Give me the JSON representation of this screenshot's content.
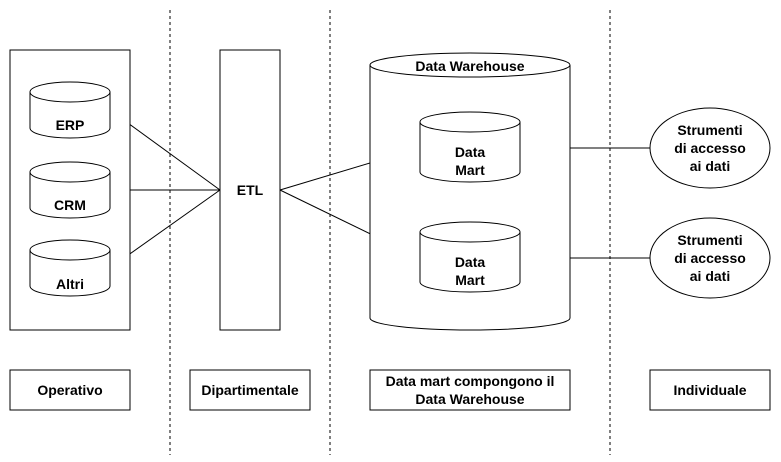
{
  "diagram": {
    "operativo": {
      "sources": [
        "ERP",
        "CRM",
        "Altri"
      ]
    },
    "etl": "ETL",
    "warehouse": {
      "title": "Data Warehouse",
      "marts": [
        {
          "line1": "Data",
          "line2": "Mart"
        },
        {
          "line1": "Data",
          "line2": "Mart"
        }
      ]
    },
    "tools": [
      {
        "line1": "Strumenti",
        "line2": "di accesso",
        "line3": "ai dati"
      },
      {
        "line1": "Strumenti",
        "line2": "di accesso",
        "line3": "ai dati"
      }
    ],
    "labels": {
      "operativo": "Operativo",
      "dipartimentale": "Dipartimentale",
      "warehouse_line1": "Data mart compongono il",
      "warehouse_line2": "Data Warehouse",
      "individuale": "Individuale"
    }
  }
}
